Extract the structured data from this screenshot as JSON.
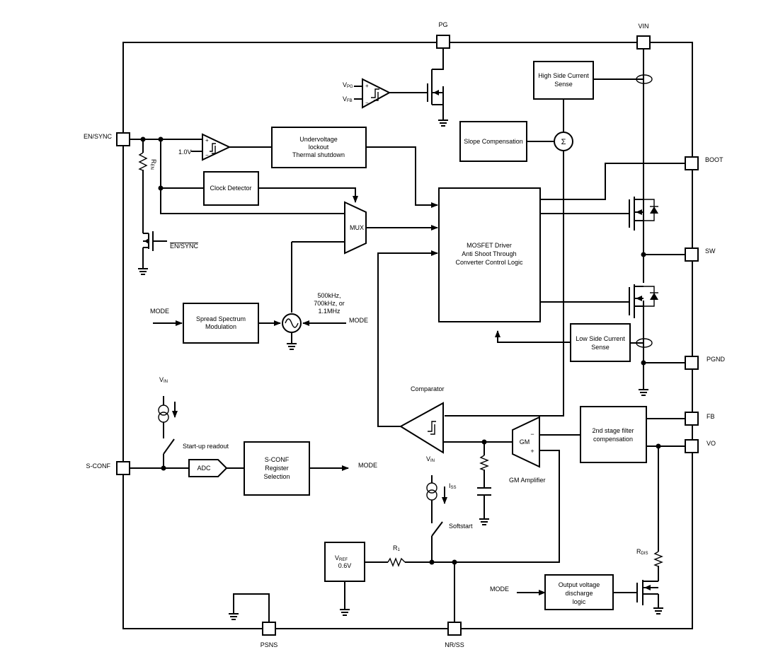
{
  "pins": {
    "pg": "PG",
    "vin": "VIN",
    "en_sync": "EN/SYNC",
    "boot": "BOOT",
    "sw": "SW",
    "pgnd": "PGND",
    "fb": "FB",
    "vo": "VO",
    "s_conf": "S-CONF",
    "psns": "PSNS",
    "nr_ss": "NR/SS"
  },
  "blocks": {
    "high_side_sense": [
      "High Side Current",
      "Sense"
    ],
    "slope_comp": "Slope Compensation",
    "uvlo": [
      "Undervoltage",
      "lockout",
      "Thermal shutdown"
    ],
    "clock_detector": "Clock Detector",
    "mux": "MUX",
    "mosfet_driver": [
      "MOSFET Driver",
      "Anti Shoot Through",
      "Converter Control Logic"
    ],
    "spread_spectrum": [
      "Spread Spectrum",
      "Modulation"
    ],
    "low_side_sense": [
      "Low Side Current",
      "Sense"
    ],
    "filter": [
      "2nd stage filter",
      "compensation"
    ],
    "sconf_register": [
      "S-CONF",
      "Register",
      "Selection"
    ],
    "adc": "ADC",
    "gm": "GM",
    "vref": [
      "V",
      "REF",
      "0.6V"
    ],
    "discharge": [
      "Output voltage",
      "discharge",
      "logic"
    ]
  },
  "labels": {
    "v_pg": [
      "V",
      "PG"
    ],
    "v_fb": [
      "V",
      "FB"
    ],
    "ref_1v0": "1.0V",
    "r_en": [
      "R",
      "EN"
    ],
    "en_sync_bar": "EN/SYNC",
    "mode_ss": "MODE",
    "osc_freq": [
      "500kHz,",
      "700kHz, or",
      "1.1MHz"
    ],
    "mode_osc": "MODE",
    "comparator": "Comparator",
    "gm_amplifier": "GM Amplifier",
    "vin_top": [
      "V",
      "IN"
    ],
    "startup": "Start-up readout",
    "mode_out": "MODE",
    "vin_ss": [
      "V",
      "IN"
    ],
    "i_ss": [
      "I",
      "SS"
    ],
    "softstart": "Softstart",
    "r1": [
      "R",
      "1"
    ],
    "r_dis": [
      "R",
      "DIS"
    ],
    "mode_dis": "MODE",
    "sigma": "Σ",
    "gm_minus": "−",
    "gm_plus": "+"
  }
}
